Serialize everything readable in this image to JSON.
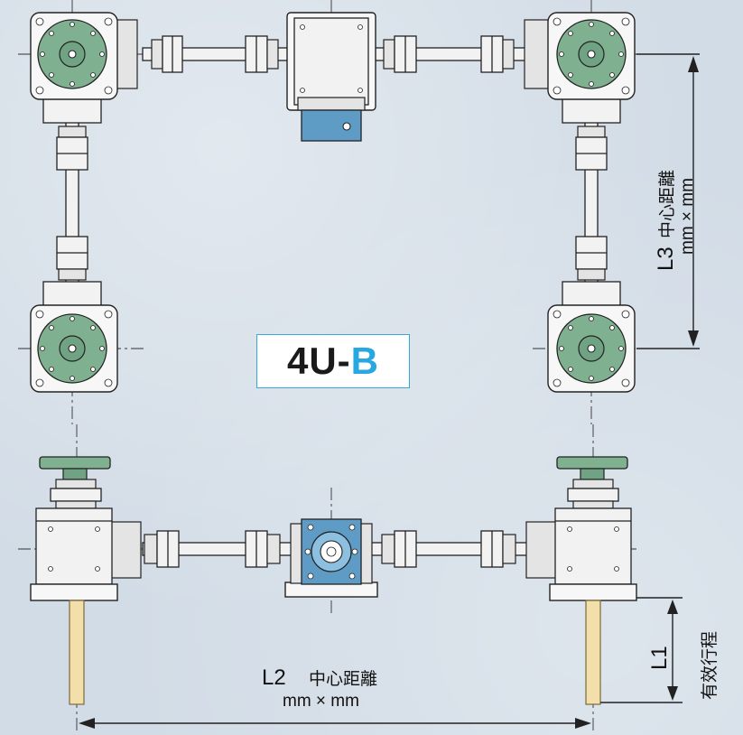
{
  "model": {
    "prefix": "4U-",
    "suffix": "B"
  },
  "dimensions": {
    "l3": {
      "code": "L3",
      "name": "中心距離",
      "unit": "mm × mm"
    },
    "l2": {
      "code": "L2",
      "name": "中心距離",
      "unit": "mm × mm"
    },
    "l1": {
      "code": "L1",
      "name": "有效行程"
    }
  },
  "colors": {
    "accent": "#28a8e0",
    "gear_green": "#7fb190",
    "housing_blue": "#5e9cc6",
    "screw_tan": "#f3dfa9",
    "background": "#d2dce6"
  }
}
